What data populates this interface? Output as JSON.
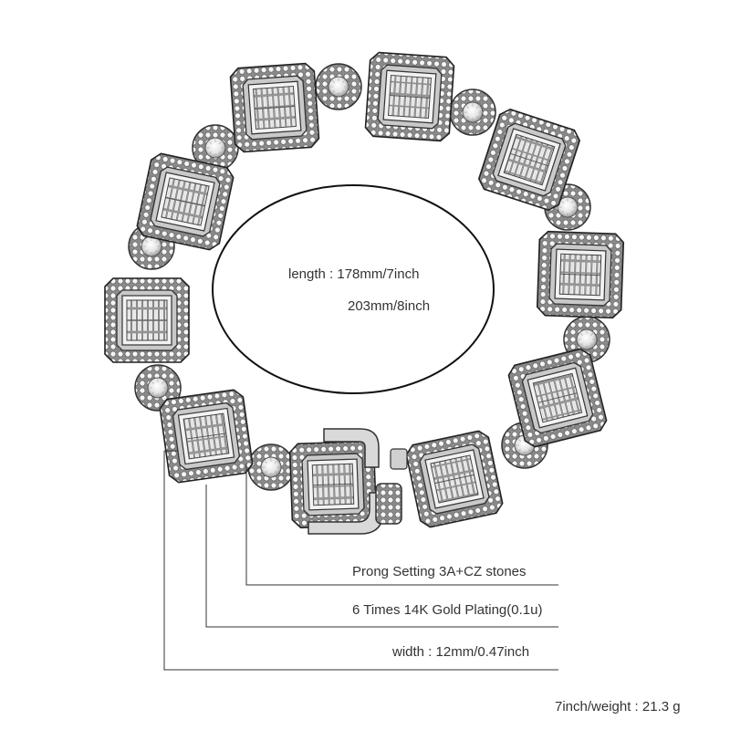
{
  "product": {
    "length_line_1": "length : 178mm/7inch",
    "length_line_2": "203mm/8inch",
    "specs": {
      "prong_setting": "Prong Setting 3A+CZ stones",
      "plating": "6 Times  14K  Gold  Plating(0.1u)",
      "width": "width : 12mm/0.47inch",
      "weight": "7inch/weight : 21.3 g"
    }
  },
  "colors": {
    "metal": "#d9d9d9",
    "metal_dark": "#6f6f6f",
    "stone": "#f7f7f7",
    "line": "#333333",
    "text": "#333333"
  }
}
